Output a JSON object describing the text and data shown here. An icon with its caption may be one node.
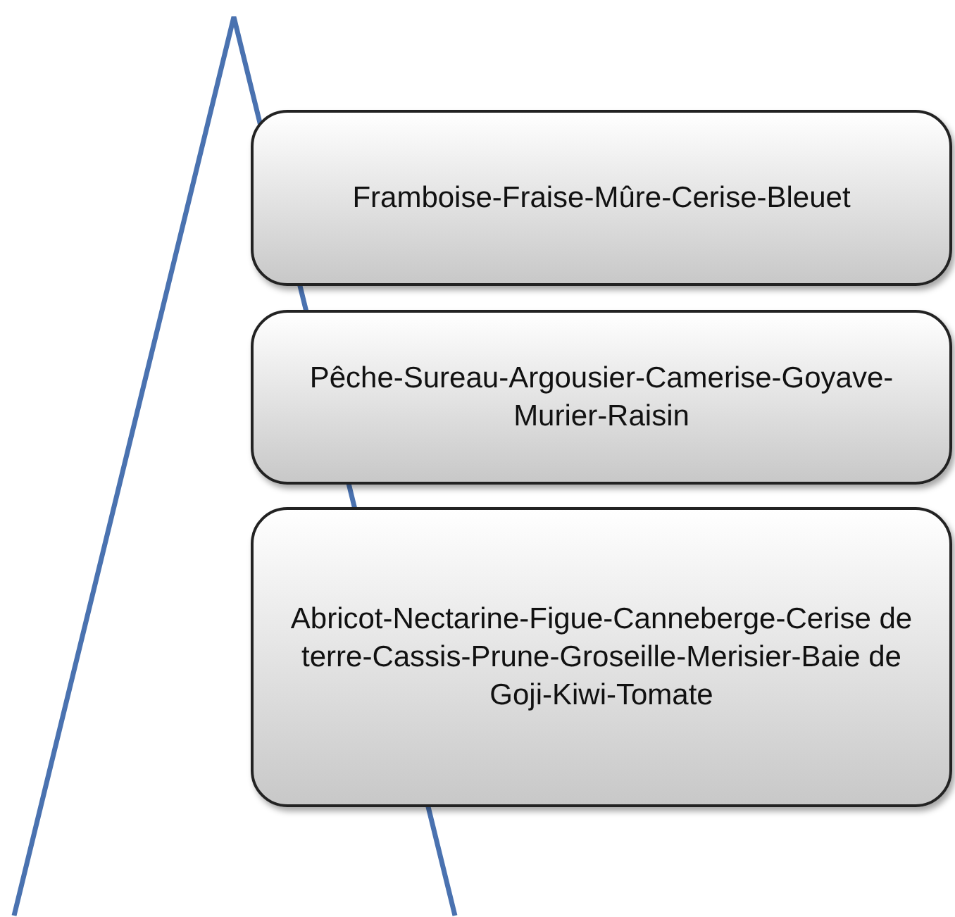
{
  "diagram": {
    "nodes": [
      {
        "text": [
          "Framboise-Fraise-Mûre-Cerise-Bleuet"
        ]
      },
      {
        "text": [
          "Pêche-Sureau-Argousier-Camerise-Goyave-Murier-Raisin"
        ]
      },
      {
        "text": [
          "Abricot-Nectarine-Figue-Canneberge-Cerise de terre-Cassis-Prune-Groseille-Merisier-Baie de Goji-Kiwi-Tomate"
        ]
      }
    ]
  }
}
